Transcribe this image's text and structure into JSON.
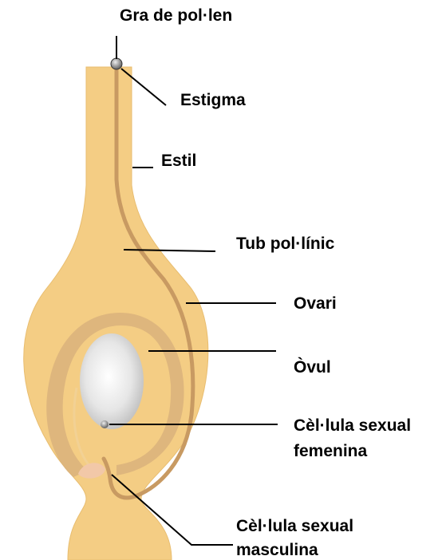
{
  "labels": {
    "pollen_grain": "Gra de pol·len",
    "stigma": "Estigma",
    "style": "Estil",
    "pollen_tube": "Tub pol·línic",
    "ovary": "Ovari",
    "ovule": "Òvul",
    "female_cell_line1": "Cèl·lula sexual",
    "female_cell_line2": "femenina",
    "male_cell_line1": "Cèl·lula sexual",
    "male_cell_line2": "masculina"
  },
  "colors": {
    "pistil_fill": "#f4cd84",
    "ovule_ring": "#d9b27b",
    "pollen_tube": "#c89a62",
    "embryo_sac": "#e6e6e6",
    "leader_line": "#000000"
  }
}
